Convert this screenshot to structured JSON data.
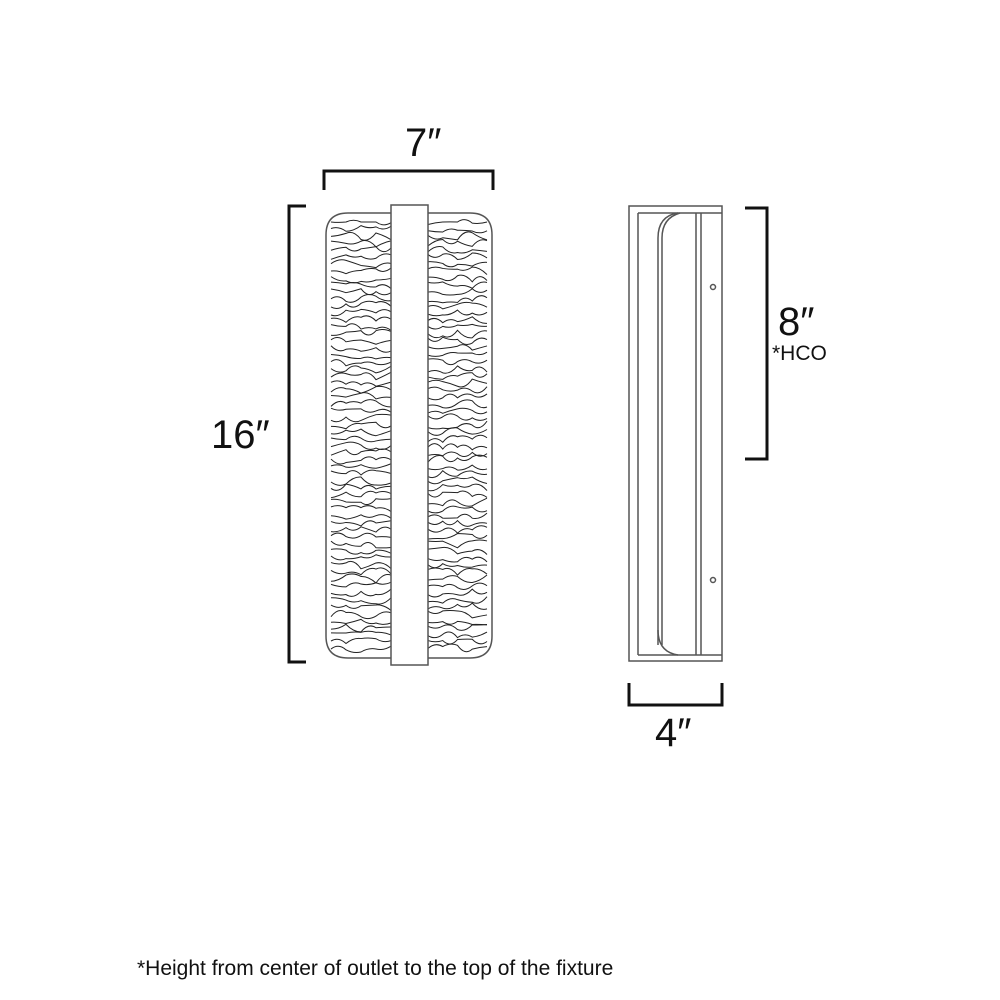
{
  "dimensions": {
    "width": "7″",
    "height": "16″",
    "depth": "4″",
    "hco": "8″",
    "hco_label": "*HCO"
  },
  "footnote": "*Height from center of outlet to the top of the fixture",
  "colors": {
    "line": "#111111",
    "outline": "#555555"
  }
}
